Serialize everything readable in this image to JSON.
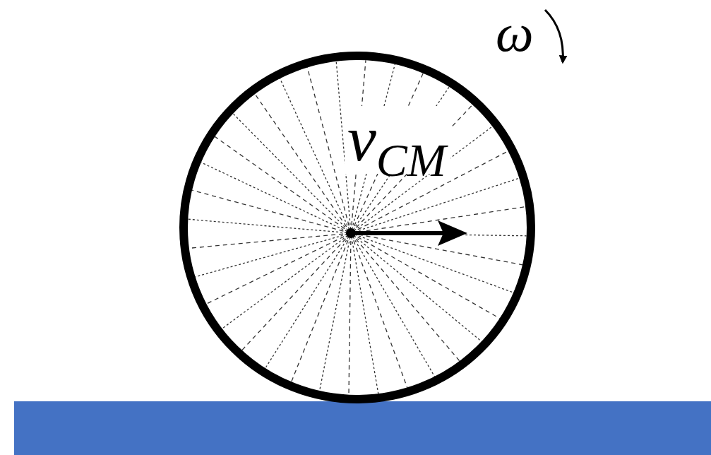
{
  "diagram": {
    "labels": [
      "ω",
      "v",
      "CM"
    ]
  }
}
